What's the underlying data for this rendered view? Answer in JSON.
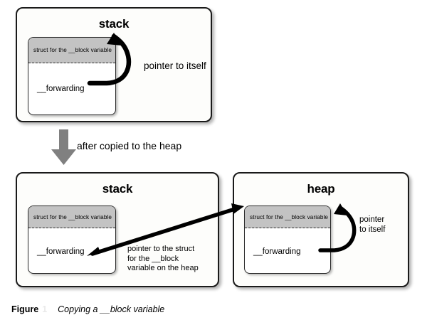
{
  "figure": {
    "caption_word": "Figure",
    "caption_number": "1",
    "caption_text": "Copying a __block variable"
  },
  "transition": {
    "label": "after copied to the heap",
    "arrow_color": "#808080",
    "arrow_direction": "down"
  },
  "regions": [
    {
      "id": "stack-before",
      "title": "stack",
      "struct": {
        "header": "struct for the __block variable",
        "field": "__forwarding"
      },
      "annotation": "pointer to itself"
    },
    {
      "id": "stack-after",
      "title": "stack",
      "struct": {
        "header": "struct for the __block variable",
        "field": "__forwarding"
      },
      "annotation": "pointer to the struct\nfor the __block\nvariable on the heap"
    },
    {
      "id": "heap-after",
      "title": "heap",
      "struct": {
        "header": "struct for the __block variable",
        "field": "__forwarding"
      },
      "annotation": "pointer\nto itself"
    }
  ],
  "colors": {
    "struct_header_gray": "#c3c3c3",
    "border_black": "#1a1a1a",
    "arrow_gray": "#808080",
    "background": "#ffffff"
  }
}
